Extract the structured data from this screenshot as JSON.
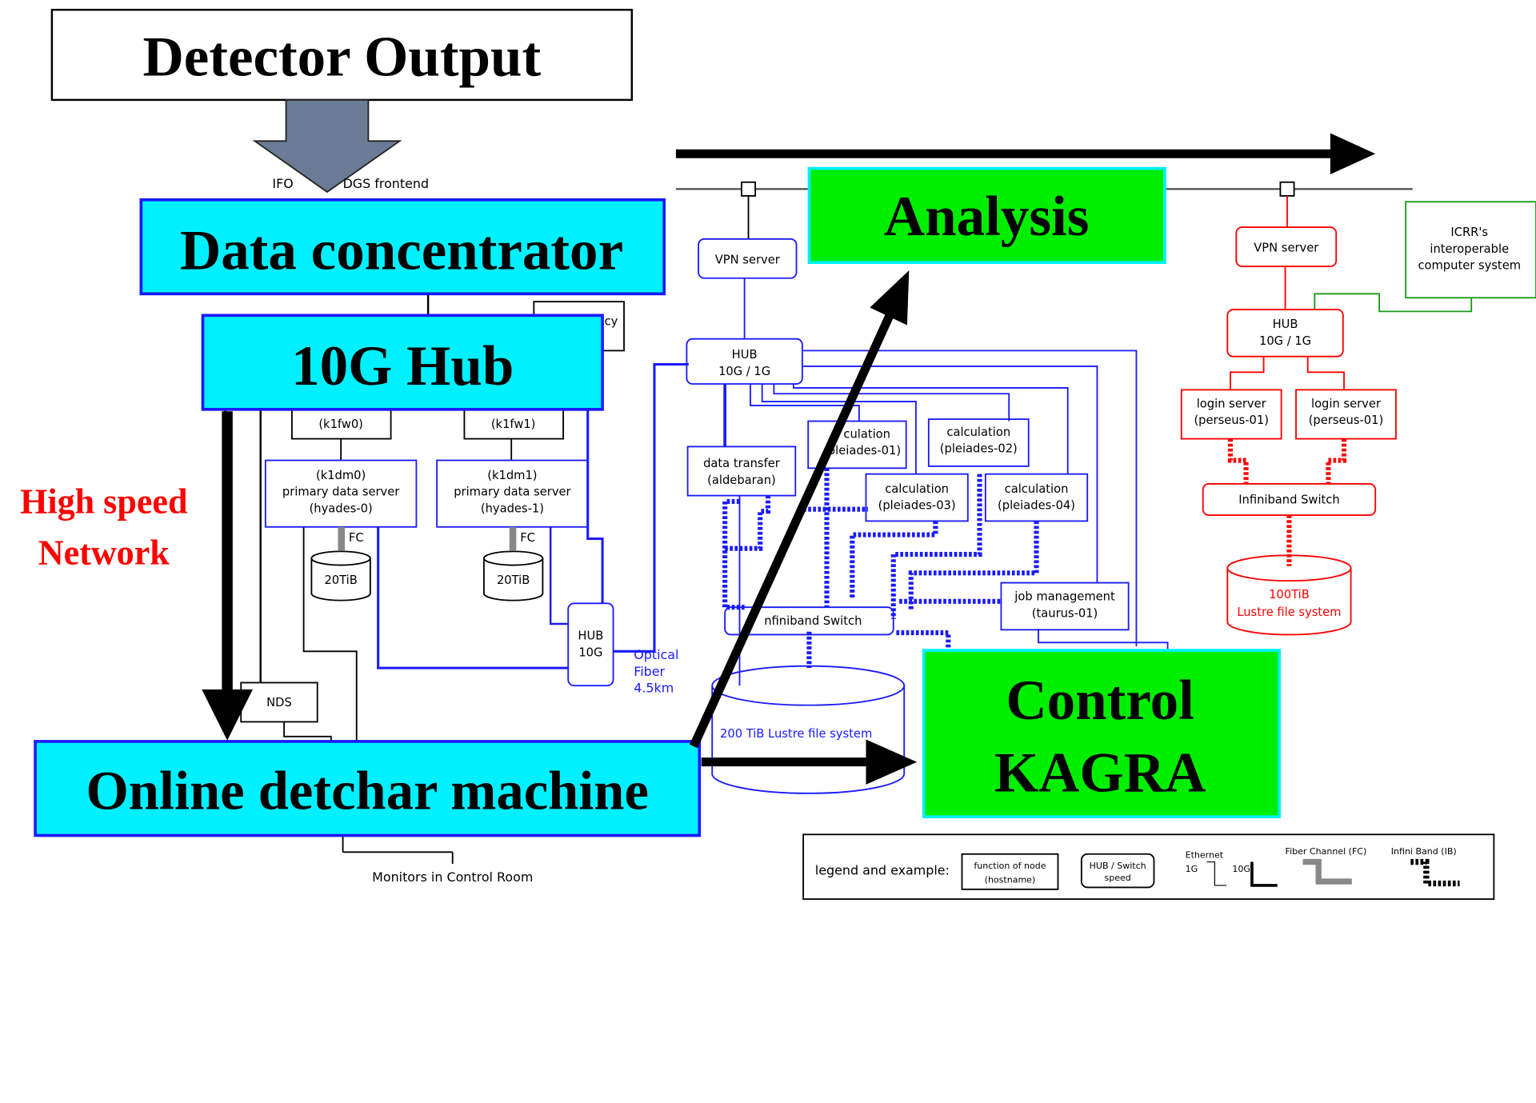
{
  "big_boxes": {
    "detector_output": "Detector Output",
    "data_concentrator": "Data concentrator",
    "hub_10g": "10G Hub",
    "online_detchar": "Online detchar machine",
    "analysis": "Analysis",
    "control_line1": "Control",
    "control_line2": "KAGRA",
    "high_speed_line1": "High speed",
    "high_speed_line2": "Network"
  },
  "small_labels": {
    "ifo": "IFO",
    "dgs_frontend": "DGS frontend",
    "cy": "cy",
    "k1fw0": "(k1fw0)",
    "k1fw1": "(k1fw1)",
    "k1dm0_l1": "(k1dm0)",
    "k1dm0_l2": "primary data server",
    "k1dm0_l3": "(hyades-0)",
    "k1dm1_l1": "(k1dm1)",
    "k1dm1_l2": "primary data server",
    "k1dm1_l3": "(hyades-1)",
    "fc": "FC",
    "tib20": "20TiB",
    "hub10g_l1": "HUB",
    "hub10g_l2": "10G",
    "optical_l1": "Optical",
    "optical_l2": "Fiber",
    "optical_l3": "4.5km",
    "nds": "NDS",
    "monitors": "Monitors in Control Room",
    "vpn_server": "VPN server",
    "hub_l1": "HUB",
    "hub_l2": "10G / 1G",
    "data_transfer_l1": "data transfer",
    "data_transfer_l2": "(aldebaran)",
    "calc_l1": "calculation",
    "calc_partial_l1": "culation",
    "calc01_partial": "(pleiades-01)",
    "calc02": "(pleiades-02)",
    "calc03": "(pleiades-03)",
    "calc04": "(pleiades-04)",
    "infiniband_partial": "nfiniband Switch",
    "job_l1": "job management",
    "job_l2": "(taurus-01)",
    "lustre200": "200 TiB Lustre file system",
    "icrr_l1": "ICRR's",
    "icrr_l2": "interoperable",
    "icrr_l3": "computer system",
    "login_l1": "login server",
    "login_l2": "(perseus-01)",
    "infiniband_switch": "Infiniband Switch",
    "tib100_l1": "100TiB",
    "tib100_l2": "Lustre file system"
  },
  "legend": {
    "title": "legend and example:",
    "node_l1": "function of node",
    "node_l2": "(hostname)",
    "hub_l1": "HUB / Switch",
    "hub_l2": "speed",
    "ethernet": "Ethernet",
    "eth_1g": "1G",
    "eth_10g": "10G",
    "fiber_channel": "Fiber Channel (FC)",
    "infiniband": "Infini Band (IB)"
  },
  "colors": {
    "cyan": "#00f0ff",
    "green": "#00ee00",
    "blue_line": "#1a1aff",
    "red": "#ff0000",
    "arrow_gray": "#6b7b95"
  }
}
